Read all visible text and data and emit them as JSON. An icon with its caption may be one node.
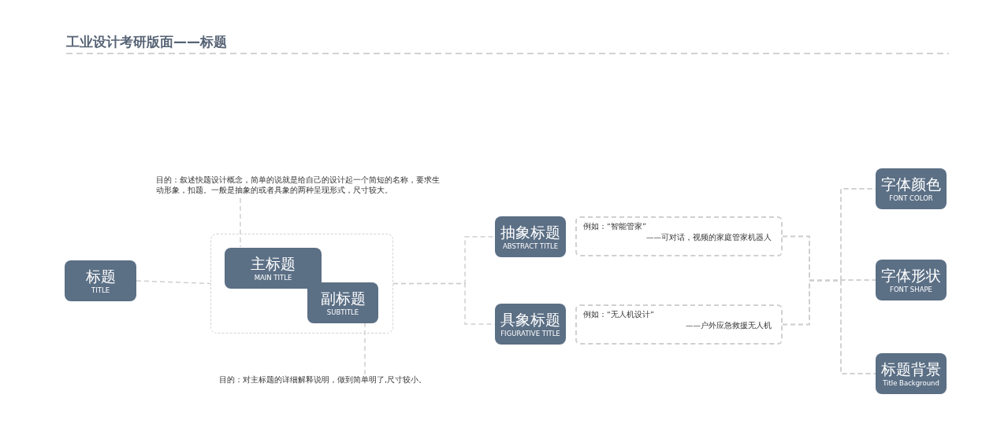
{
  "diagram": {
    "title": "工业设计考研版面——标题",
    "nodes": [
      {
        "text": [
          "标题",
          "TITLE"
        ]
      },
      {
        "text": [],
        "shape": "box"
      },
      {
        "text": [
          "主标题",
          "MAIN TITLE"
        ],
        "in": 1
      },
      {
        "text": [
          "副标题",
          "SUBTITLE"
        ],
        "in": 1
      },
      {
        "text": [
          "目的：叙述快题设计概念，简单的说就是给自己的设计起一个简短的名称，要求生动形象，扣题。一般是抽象的或者具象的两种呈现形式，尺寸较大。"
        ]
      },
      {
        "text": [
          "目的：对主标题的详细解释说明，做到简单明了,尺寸较小。"
        ]
      },
      {
        "text": [
          "抽象标题",
          "ABSTRACT TITLE"
        ]
      },
      {
        "text": [
          "例如：“智能管家”",
          "——可对话，视频的家庭管家机器人"
        ]
      },
      {
        "text": [
          "具象标题",
          "FIGURATIVE TITLE"
        ]
      },
      {
        "text": [
          "例如：“无人机设计”",
          "——户外应急救援无人机"
        ]
      },
      {
        "text": [
          "字体颜色",
          "FONT COLOR"
        ]
      },
      {
        "text": [
          "字体形状",
          "FONT SHAPE"
        ]
      },
      {
        "text": [
          "标题背景",
          "Title Background"
        ]
      }
    ],
    "edges": [
      {
        "from": 0,
        "to": 1,
        "arrow": "none",
        "style": "dashed"
      },
      {
        "from": 4,
        "to": 2,
        "arrow": "none",
        "style": "dashed"
      },
      {
        "from": 3,
        "to": 5,
        "arrow": "none",
        "style": "dashed"
      },
      {
        "from": 1,
        "to": 6,
        "arrow": "none",
        "style": "dashed"
      },
      {
        "from": 1,
        "to": 8,
        "arrow": "none",
        "style": "dashed"
      },
      {
        "from": 7,
        "to": 10,
        "arrow": "none",
        "style": "dashed"
      },
      {
        "from": 7,
        "to": 11,
        "arrow": "none",
        "style": "dashed"
      },
      {
        "from": 7,
        "to": 12,
        "arrow": "none",
        "style": "dashed"
      },
      {
        "from": 9,
        "to": 10,
        "arrow": "none",
        "style": "dashed"
      },
      {
        "from": 9,
        "to": 11,
        "arrow": "none",
        "style": "dashed"
      },
      {
        "from": 9,
        "to": 12,
        "arrow": "none",
        "style": "dashed"
      }
    ]
  }
}
